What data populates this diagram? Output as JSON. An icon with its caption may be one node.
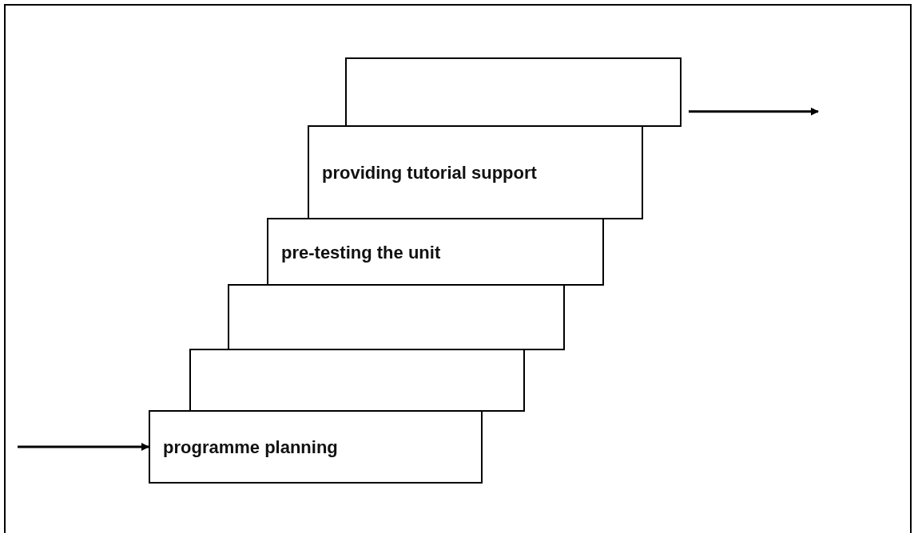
{
  "diagram": {
    "nodes": [
      {
        "text": [],
        "shape": "box"
      },
      {
        "text": [
          "providing tutorial support"
        ]
      },
      {
        "text": [
          "pre-testing the unit"
        ]
      },
      {
        "text": [],
        "shape": "box"
      },
      {
        "text": [],
        "shape": "box"
      },
      {
        "text": [
          "programme planning"
        ]
      }
    ],
    "edges": [
      {
        "from": null,
        "to": 5,
        "arrow": "to"
      },
      {
        "from": 0,
        "to": null,
        "arrow": "to"
      }
    ]
  }
}
